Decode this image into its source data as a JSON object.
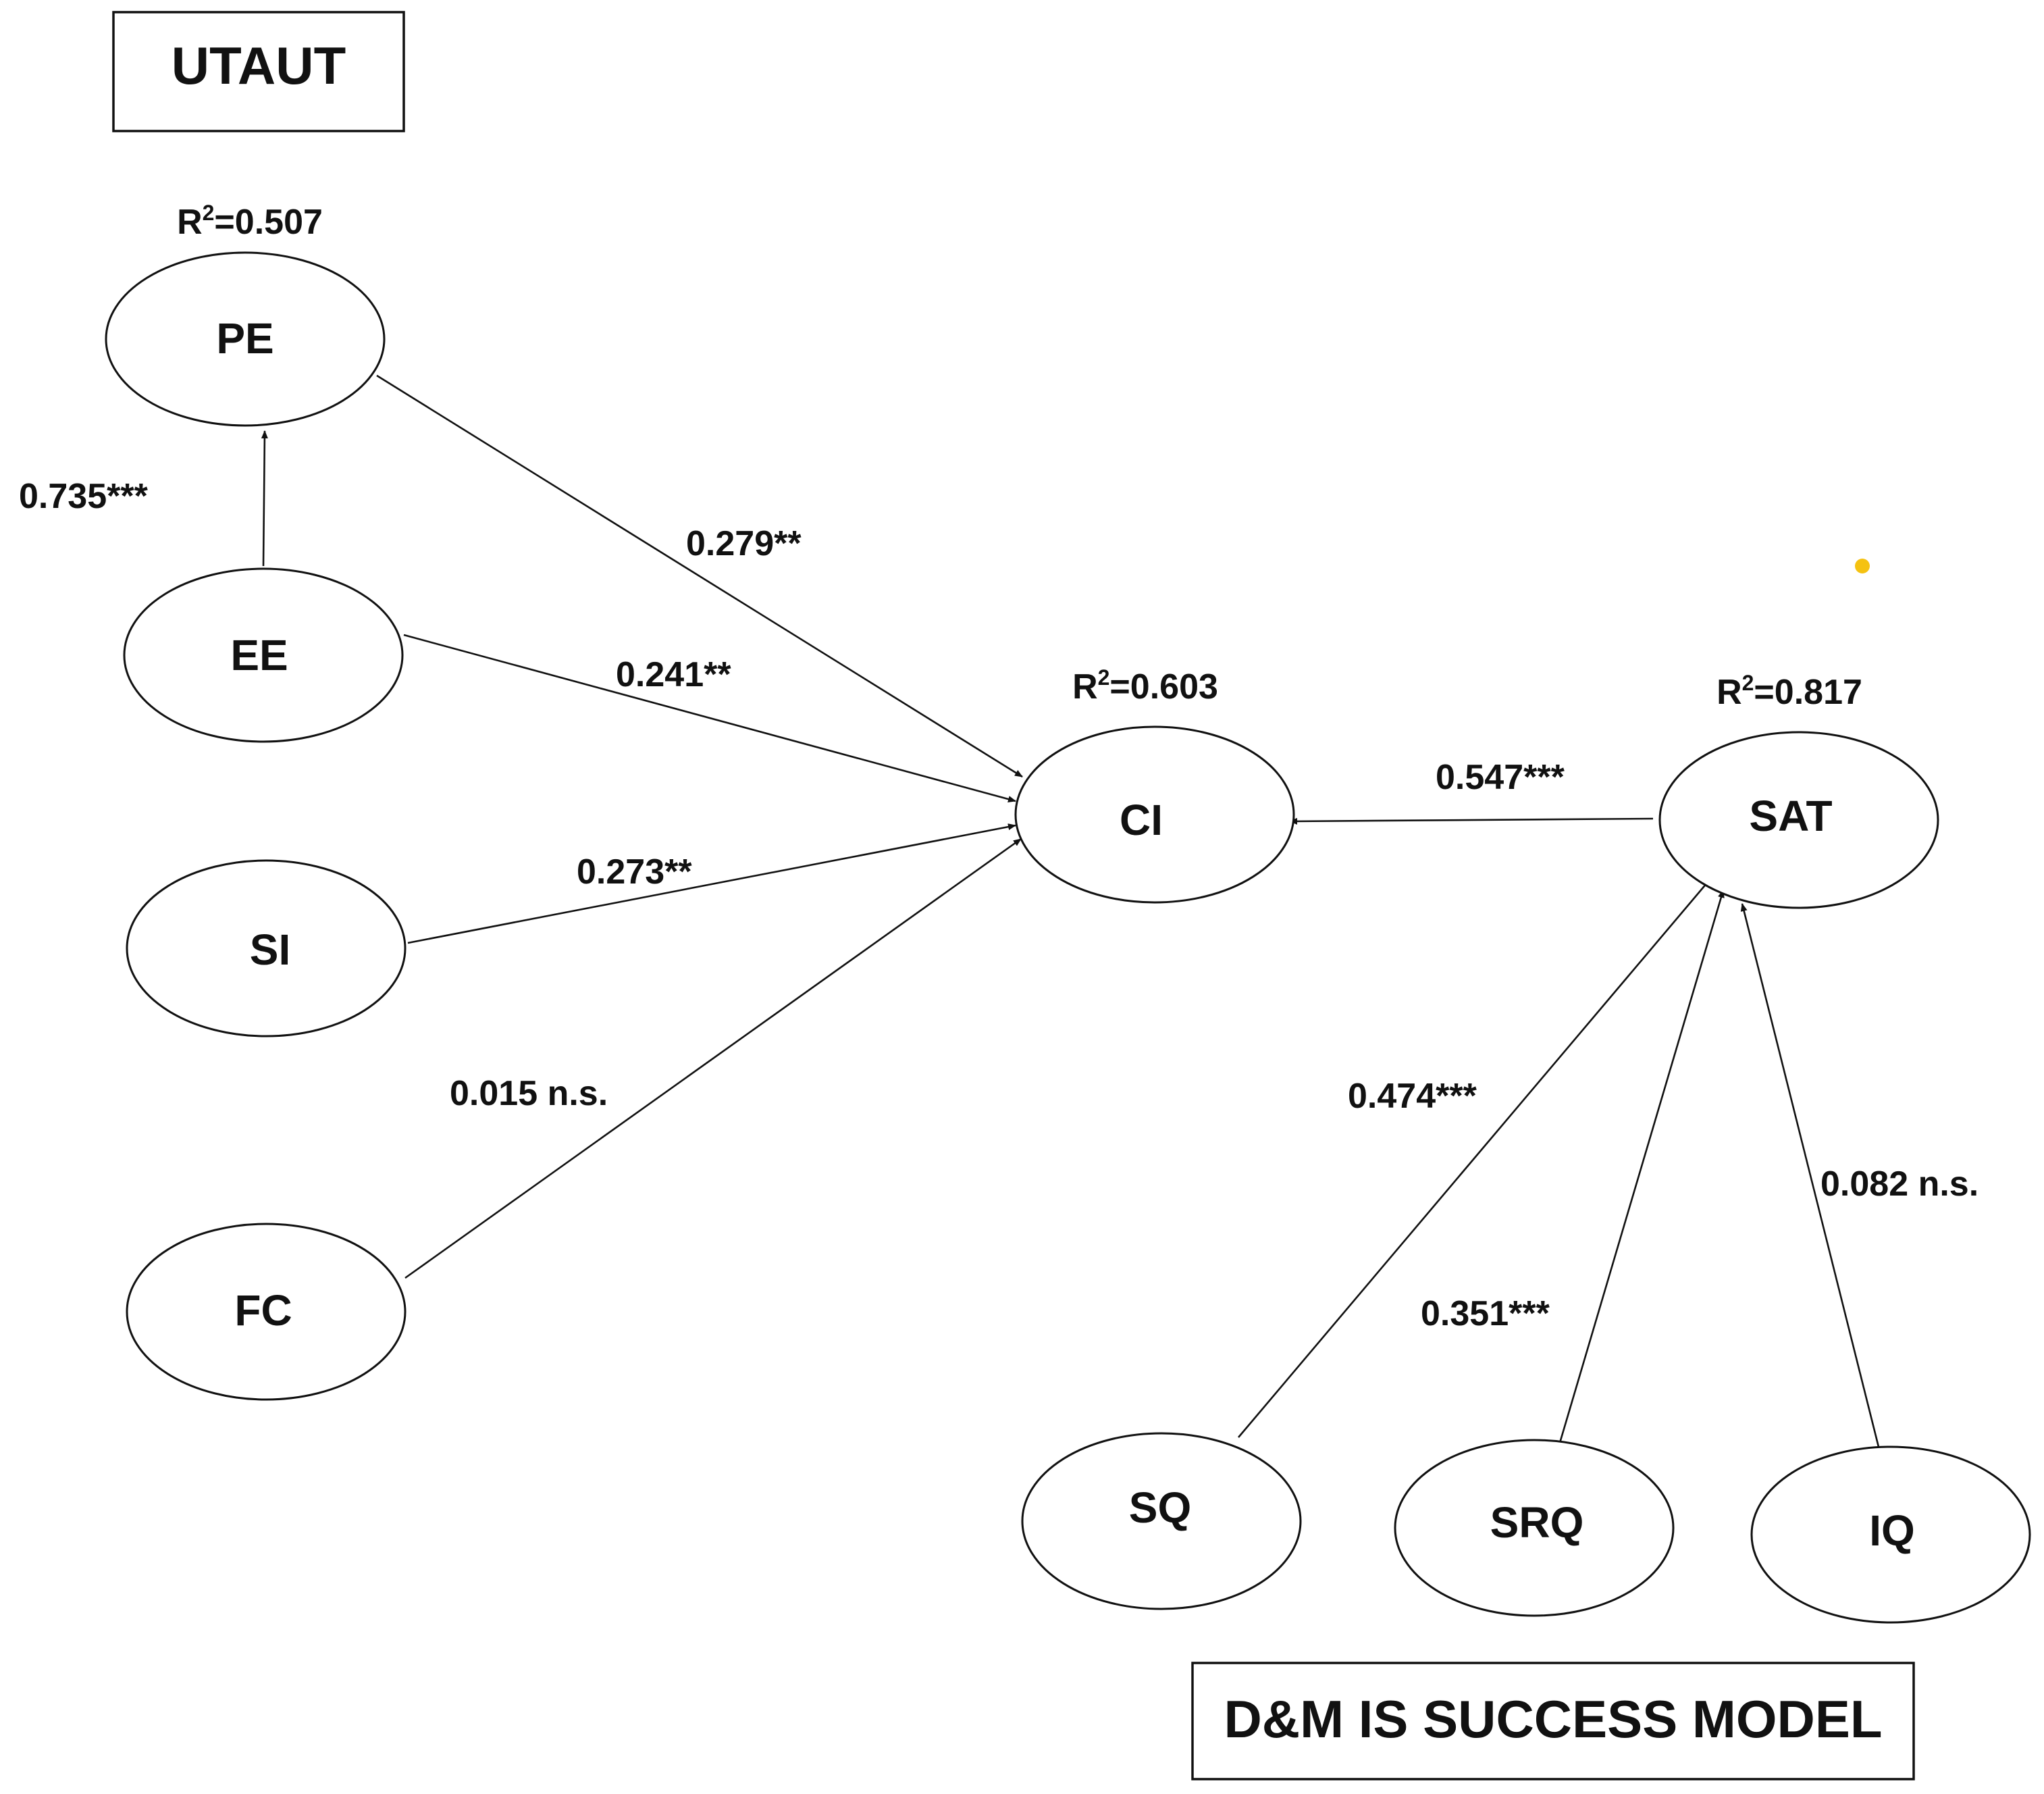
{
  "models": {
    "utaut": "UTAUT",
    "dm": "D&M IS SUCCESS MODEL"
  },
  "nodes": {
    "pe": "PE",
    "ee": "EE",
    "si": "SI",
    "fc": "FC",
    "ci": "CI",
    "sat": "SAT",
    "sq": "SQ",
    "srq": "SRQ",
    "iq": "IQ"
  },
  "r_squared": {
    "prefix": "R",
    "sup": "2",
    "pe": "=0.507",
    "ci": "=0.603",
    "sat": "=0.817"
  },
  "paths": {
    "ee_pe": "0.735***",
    "pe_ci": "0.279**",
    "ee_ci": "0.241**",
    "si_ci": "0.273**",
    "fc_ci": "0.015 n.s.",
    "sat_ci": "0.547***",
    "sq_sat": "0.474***",
    "srq_sat": "0.351***",
    "iq_sat": "0.082 n.s."
  },
  "colors": {
    "stroke": "#111111",
    "background": "#ffffff",
    "dot": "#f5c211"
  }
}
